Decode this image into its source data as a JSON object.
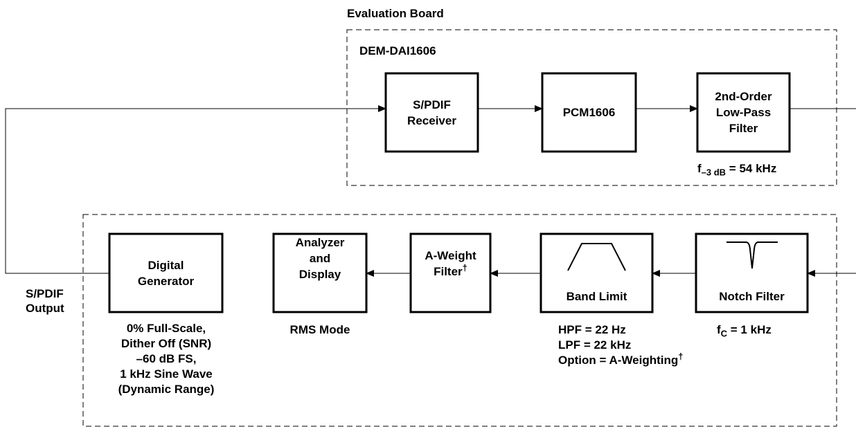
{
  "evaluation_board_title": "Evaluation Board",
  "board_name": "DEM-DAI1606",
  "blocks": {
    "spdif_receiver": [
      "S/PDIF",
      "Receiver"
    ],
    "pcm1606": "PCM1606",
    "lowpass": [
      "2nd-Order",
      "Low-Pass",
      "Filter"
    ],
    "digital_generator": [
      "Digital",
      "Generator"
    ],
    "analyzer": [
      "Analyzer",
      "and",
      "Display"
    ],
    "aweight": [
      "A-Weight",
      "Filter"
    ],
    "aweight_mark": "†",
    "band_limit": "Band Limit",
    "notch": "Notch Filter"
  },
  "annotations": {
    "cutoff_f": "f",
    "cutoff_sub": "–3 dB",
    "cutoff_value": " = 54 kHz",
    "spdif_output": [
      "S/PDIF",
      "Output"
    ],
    "generator_notes": [
      "0% Full-Scale,",
      "Dither Off (SNR)",
      "–60 dB FS,",
      "1 kHz Sine Wave",
      "(Dynamic Range)"
    ],
    "rms_mode": "RMS Mode",
    "band_notes": [
      "HPF = 22 Hz",
      "LPF = 22 kHz",
      "Option = A-Weighting"
    ],
    "band_mark": "†",
    "notch_f": "f",
    "notch_sub": "C",
    "notch_value": " = 1 kHz"
  }
}
